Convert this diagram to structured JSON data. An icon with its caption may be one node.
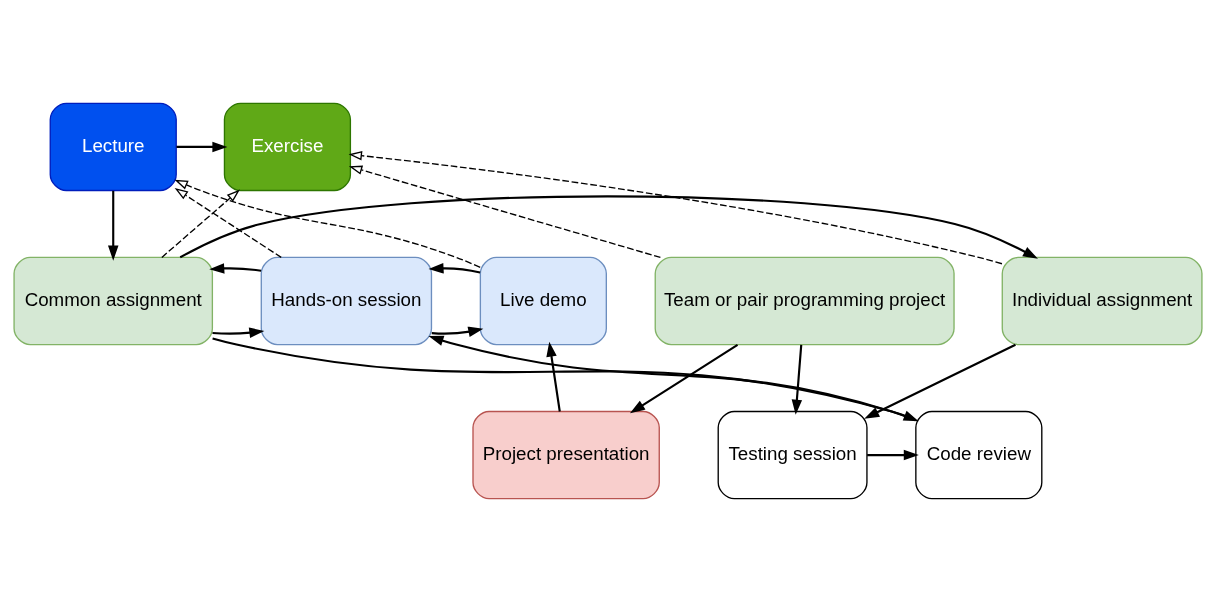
{
  "diagram": {
    "nodes": [
      {
        "text": [
          "Lecture"
        ]
      },
      {
        "text": [
          "Exercise"
        ]
      },
      {
        "text": [
          "Common assignment"
        ]
      },
      {
        "text": [
          "Individual assignment"
        ]
      },
      {
        "text": [
          "Team or pair programming project"
        ]
      },
      {
        "text": [
          "Live demo"
        ]
      },
      {
        "text": [
          "Hands-on session"
        ]
      },
      {
        "text": [
          "Code review"
        ]
      },
      {
        "text": [
          "Testing session"
        ]
      },
      {
        "text": [
          "Project presentation"
        ]
      }
    ],
    "edges": [
      {
        "from": 0,
        "to": 1,
        "arrow": "to"
      },
      {
        "from": 0,
        "to": 2,
        "arrow": "to"
      },
      {
        "from": 2,
        "to": 1,
        "arrow": "to",
        "style": "dashed"
      },
      {
        "from": 3,
        "to": 1,
        "arrow": "to",
        "style": "dashed"
      },
      {
        "from": 4,
        "to": 1,
        "arrow": "to",
        "style": "dashed"
      },
      {
        "from": 5,
        "to": 0,
        "arrow": "to",
        "style": "dashed"
      },
      {
        "from": 6,
        "to": 0,
        "arrow": "to",
        "style": "dashed"
      },
      {
        "from": 2,
        "to": 3,
        "arrow": "to"
      },
      {
        "from": 2,
        "to": 6,
        "arrow": "to"
      },
      {
        "from": 6,
        "to": 2,
        "arrow": "to"
      },
      {
        "from": 6,
        "to": 5,
        "arrow": "to"
      },
      {
        "from": 5,
        "to": 6,
        "arrow": "to"
      },
      {
        "from": 2,
        "to": 7,
        "arrow": "to"
      },
      {
        "from": 3,
        "to": 8,
        "arrow": "to"
      },
      {
        "from": 4,
        "to": 8,
        "arrow": "to"
      },
      {
        "from": 4,
        "to": 9,
        "arrow": "to"
      },
      {
        "from": 8,
        "to": 7,
        "arrow": "to"
      },
      {
        "from": 7,
        "to": 6,
        "arrow": "to"
      },
      {
        "from": 9,
        "to": 5,
        "arrow": "to"
      }
    ]
  }
}
